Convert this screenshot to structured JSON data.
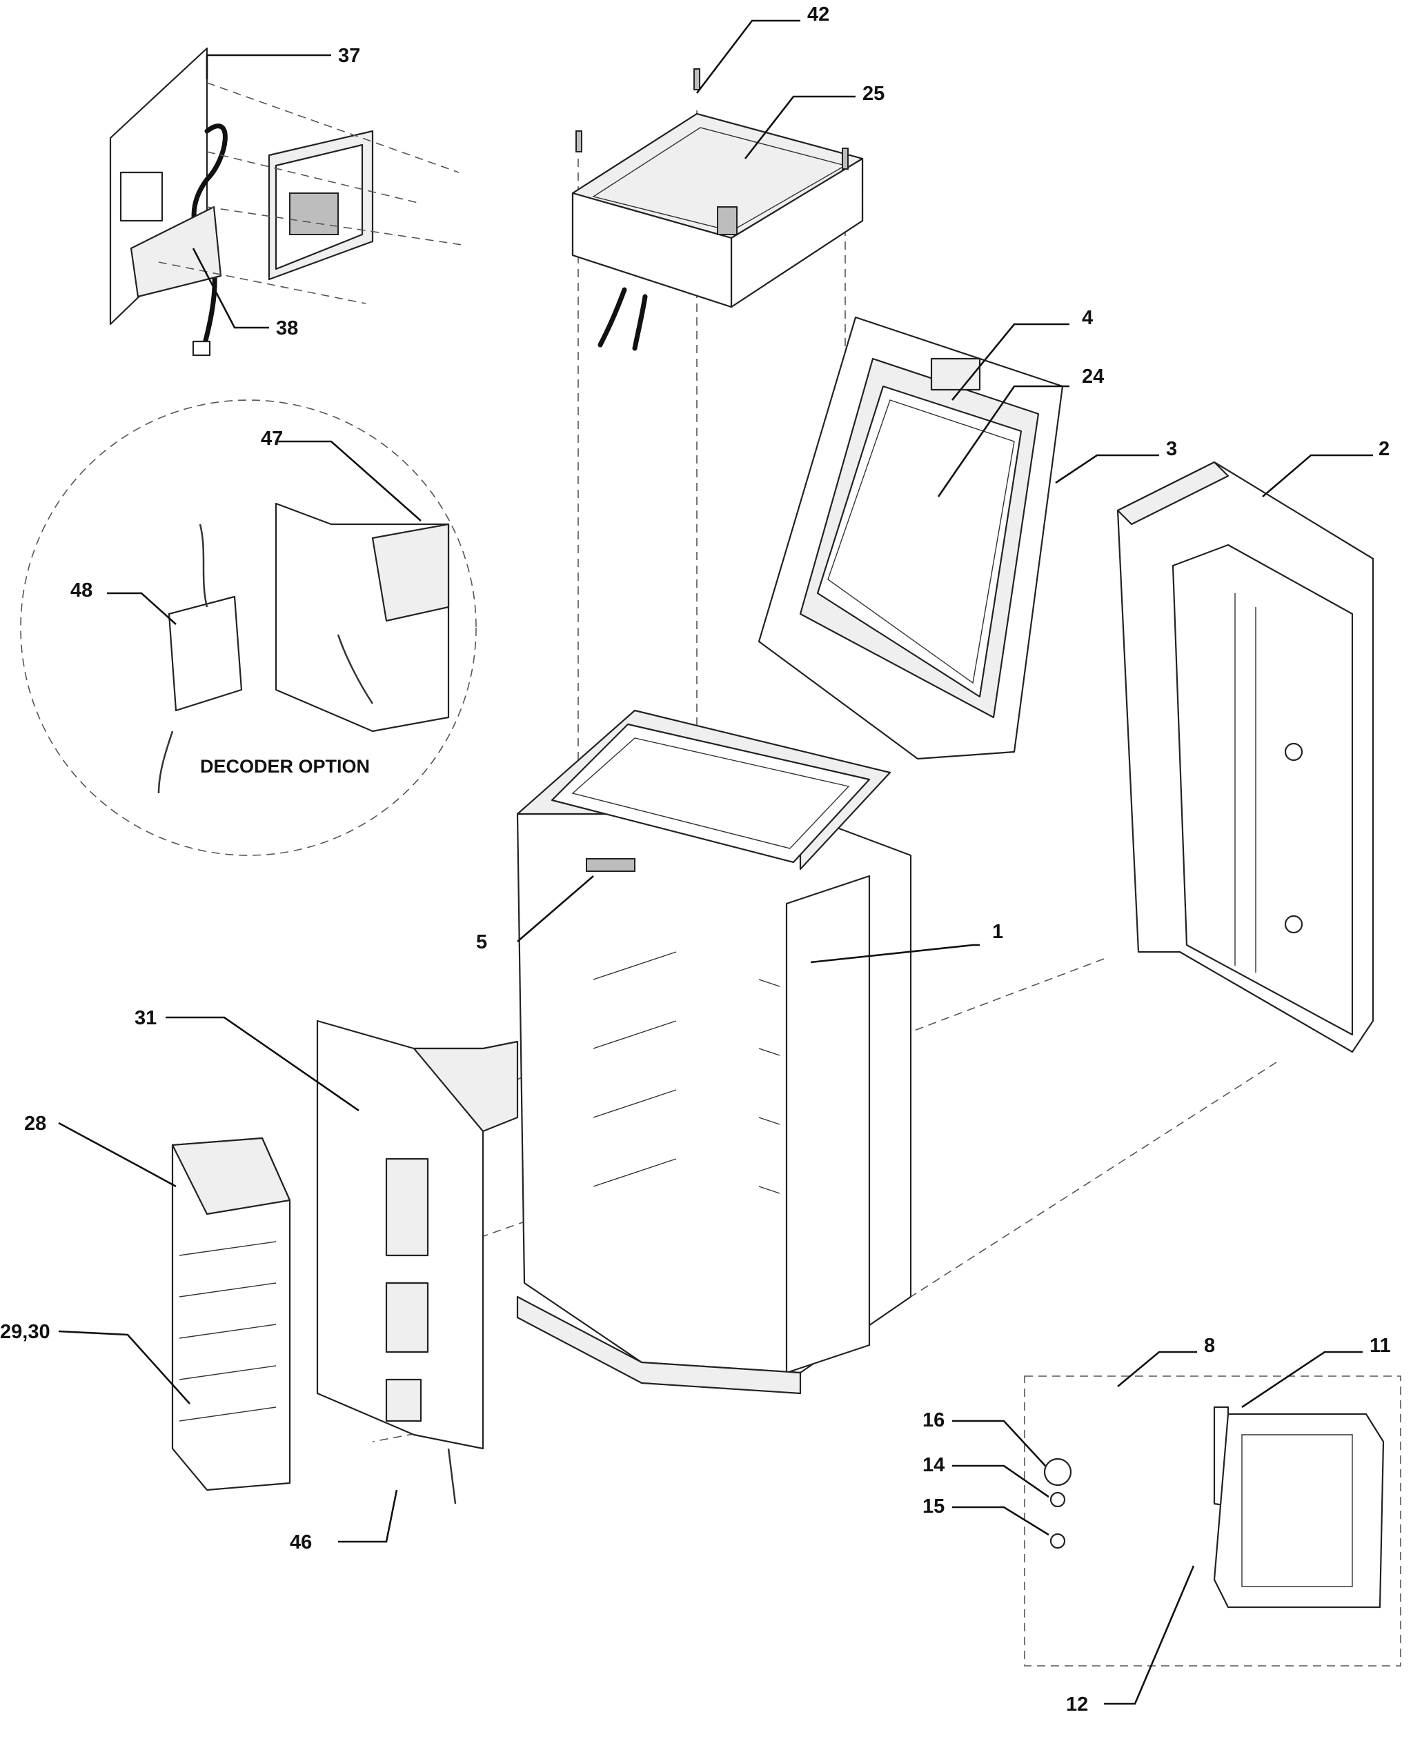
{
  "callouts": [
    {
      "id": "1",
      "label": "1"
    },
    {
      "id": "2",
      "label": "2"
    },
    {
      "id": "3",
      "label": "3"
    },
    {
      "id": "4",
      "label": "4"
    },
    {
      "id": "5",
      "label": "5"
    },
    {
      "id": "8",
      "label": "8"
    },
    {
      "id": "11",
      "label": "11"
    },
    {
      "id": "12",
      "label": "12"
    },
    {
      "id": "14",
      "label": "14"
    },
    {
      "id": "15",
      "label": "15"
    },
    {
      "id": "16",
      "label": "16"
    },
    {
      "id": "24",
      "label": "24"
    },
    {
      "id": "25",
      "label": "25"
    },
    {
      "id": "28",
      "label": "28"
    },
    {
      "id": "29-30",
      "label": "29,30"
    },
    {
      "id": "31",
      "label": "31"
    },
    {
      "id": "37",
      "label": "37"
    },
    {
      "id": "38",
      "label": "38"
    },
    {
      "id": "42",
      "label": "42"
    },
    {
      "id": "46",
      "label": "46"
    },
    {
      "id": "47",
      "label": "47"
    },
    {
      "id": "48",
      "label": "48"
    }
  ],
  "decoder_option": {
    "label": "DECODER OPTION"
  }
}
